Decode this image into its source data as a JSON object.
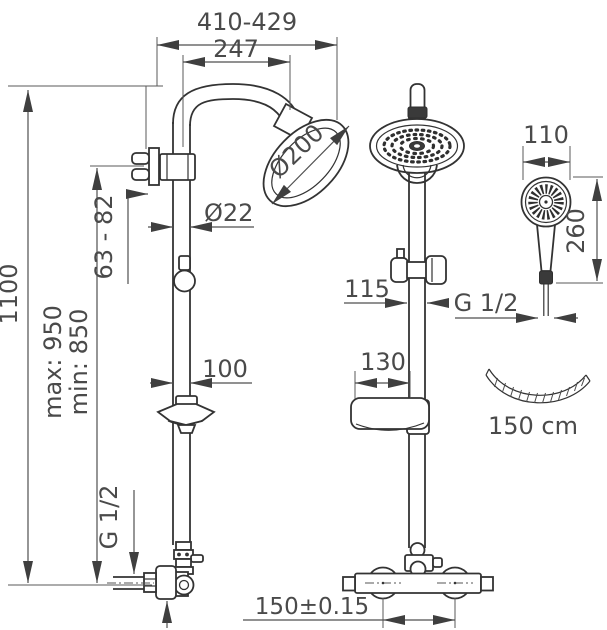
{
  "diagram": {
    "type": "technical-drawing",
    "product": "shower column set: side view, front view, hand shower and hose",
    "units": "mm",
    "labels": {
      "span_range": "410-429",
      "arm_reach": "247",
      "head_diameter": "Ø200",
      "pipe_diameter": "Ø22",
      "bracket_adjust": "63 - 82",
      "total_height": "1100",
      "height_max": "max: 950",
      "height_min": "min: 850",
      "diverter_width": "100",
      "inlet_thread": "G 1/2",
      "handshower_width": "110",
      "handshower_length": "260",
      "slider_width": "115",
      "handshower_thread": "G 1/2",
      "soapdish_width": "130",
      "hose_length": "150 cm",
      "inlet_spacing": "150±0.15"
    },
    "colors": {
      "background": "#ffffff",
      "outline": "#333333",
      "dimension": "#4f4f4f",
      "text": "#4a4a4a"
    }
  }
}
